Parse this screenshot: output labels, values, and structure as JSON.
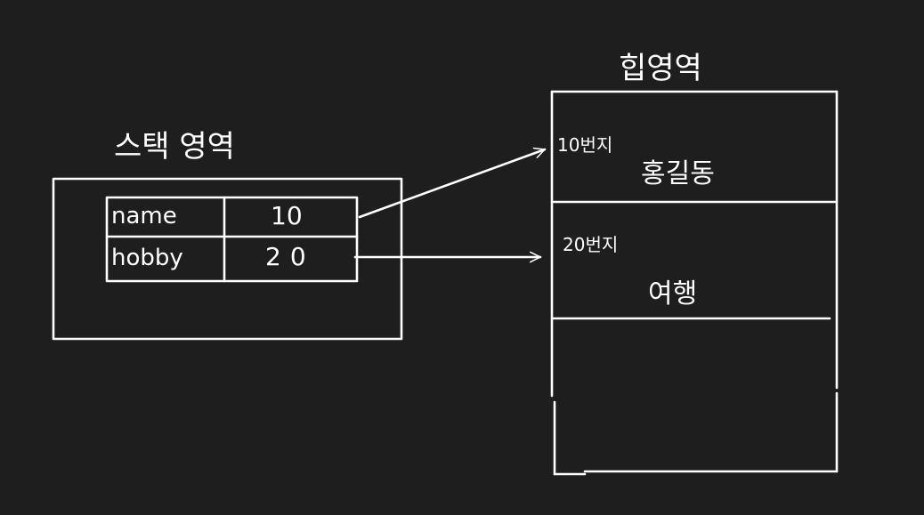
{
  "colors": {
    "background": "#1e1e1e",
    "stroke": "#ffffff"
  },
  "stack": {
    "title": "스택 영역",
    "rows": [
      {
        "name": "name",
        "value": "10"
      },
      {
        "name": "hobby",
        "value": "20"
      }
    ]
  },
  "heap": {
    "title": "힙영역",
    "cells": [
      {
        "address": "10번지",
        "value": "홍길동"
      },
      {
        "address": "20번지",
        "value": "여행"
      }
    ]
  }
}
